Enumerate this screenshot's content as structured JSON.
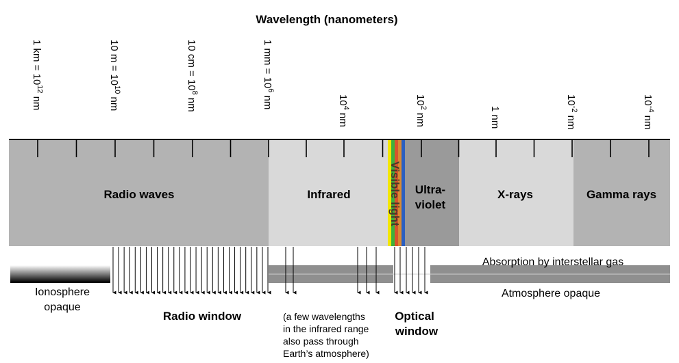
{
  "title": "Wavelength (nanometers)",
  "ticks": [
    {
      "base": "1 km = 10",
      "sup": "12",
      "tail": " nm"
    },
    {
      "base": "10 m = 10",
      "sup": "10",
      "tail": " nm"
    },
    {
      "base": "10 cm = 10",
      "sup": "8",
      "tail": " nm"
    },
    {
      "base": "1 mm = 10",
      "sup": "6",
      "tail": " nm"
    },
    {
      "base": "10",
      "sup": "4",
      "tail": " nm"
    },
    {
      "base": "10",
      "sup": "2",
      "tail": " nm"
    },
    {
      "base": "1 nm",
      "sup": "",
      "tail": ""
    },
    {
      "base": "10",
      "sup": "-2",
      "tail": " nm"
    },
    {
      "base": "10",
      "sup": "-4",
      "tail": " nm"
    }
  ],
  "bands": {
    "radio": "Radio waves",
    "infrared": "Infrared",
    "visible": "Visible light",
    "uv_line1": "Ultra-",
    "uv_line2": "violet",
    "xray": "X-rays",
    "gamma": "Gamma rays"
  },
  "lower": {
    "ionosphere_line1": "Ionosphere",
    "ionosphere_line2": "opaque",
    "radio_window": "Radio window",
    "ir_note": [
      "(a few wavelengths",
      "in the infrared range",
      "also pass through",
      "Earth’s atmosphere)"
    ],
    "optical_line1": "Optical",
    "optical_line2": "window",
    "interstellar": "Absorption by interstellar gas",
    "atmosphere": "Atmosphere opaque"
  },
  "colors": {
    "radio": "#b3b3b3",
    "infrared": "#d9d9d9",
    "uv": "#9a9a9a",
    "xray": "#d9d9d9",
    "gamma": "#b3b3b3",
    "opaque_bar": "#8f8f8f",
    "visible": [
      "#f2e600",
      "#3fb13a",
      "#d8542c",
      "#d98b32",
      "#2a5fc2"
    ]
  }
}
